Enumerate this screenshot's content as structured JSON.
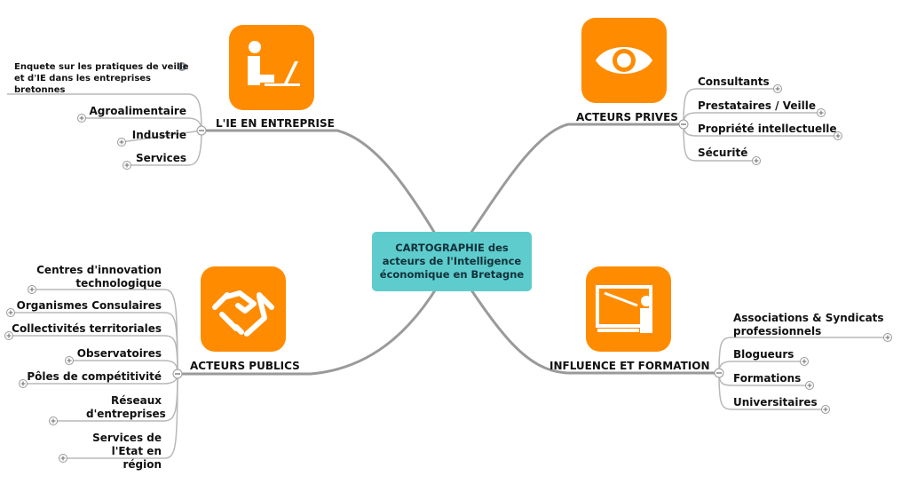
{
  "central": "CARTOGRAPHIE des\nacteurs de l'Intelligence\néconomique en Bretagne",
  "colors": {
    "accent": "#ff8c00",
    "central": "#5ecccc",
    "connector": "#9a9a9a",
    "leaf_line": "#b8b8b8"
  },
  "branches": {
    "entreprise": {
      "label": "L'IE EN ENTREPRISE",
      "icon": "person-laptop-icon",
      "children": [
        "Enquete sur les pratiques de veille et d'IE dans les entreprises bretonnes",
        "Agroalimentaire",
        "Industrie",
        "Services"
      ],
      "display": [
        "Enquete sur les pratiques de veille",
        "et d'IE dans les entreprises",
        "bretonnes"
      ]
    },
    "prives": {
      "label": "ACTEURS PRIVES",
      "icon": "eye-icon",
      "children": [
        "Consultants",
        "Prestataires / Veille",
        "Propriété intellectuelle",
        "Sécurité"
      ]
    },
    "publics": {
      "label": "ACTEURS PUBLICS",
      "icon": "handshake-icon",
      "children": [
        "Centres d'innovation technologique",
        "Organismes Consulaires",
        "Collectivités territoriales",
        "Observatoires",
        "Pôles de compétitivité",
        "Réseaux d'entreprises",
        "Services de l'Etat en région"
      ]
    },
    "influence": {
      "label": "INFLUENCE ET FORMATION",
      "icon": "presentation-board-icon",
      "children": [
        "Associations & Syndicats professionnels",
        "Blogueurs",
        "Formations",
        "Universitaires"
      ]
    }
  }
}
